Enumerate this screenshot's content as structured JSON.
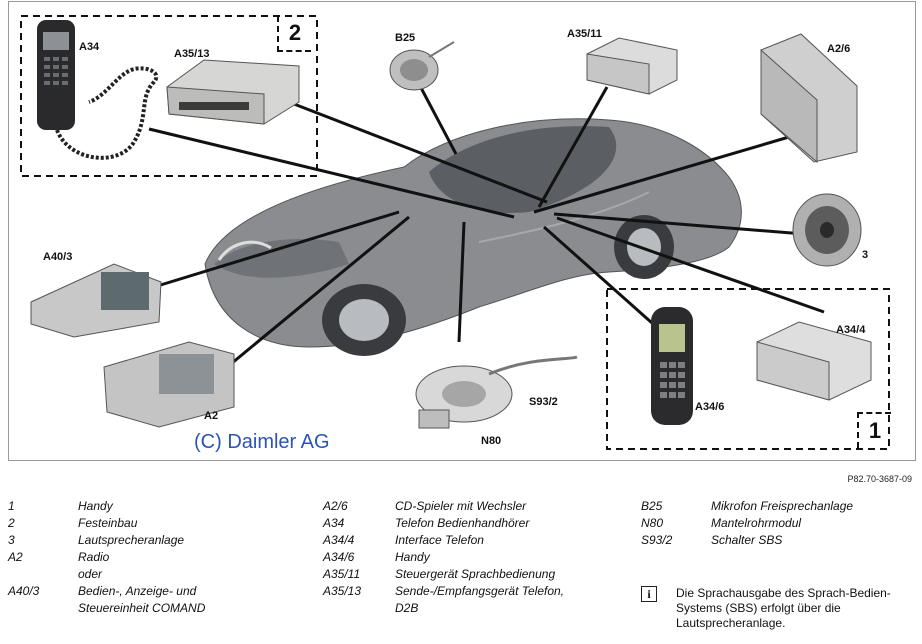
{
  "figure": {
    "copyright": "(C) Daimler AG",
    "ref_code": "P82.70-3687-09",
    "box_numbers": {
      "box2": "2",
      "box1": "1"
    },
    "labels": {
      "A34": "A34",
      "A35_13": "A35/13",
      "B25": "B25",
      "A35_11": "A35/11",
      "A2_6": "A2/6",
      "three": "3",
      "A40_3": "A40/3",
      "A34_4": "A34/4",
      "A34_6": "A34/6",
      "S93_2": "S93/2",
      "N80": "N80",
      "A2": "A2"
    }
  },
  "legend": {
    "col1": [
      {
        "key": "1",
        "value": "Handy"
      },
      {
        "key": "2",
        "value": "Festeinbau"
      },
      {
        "key": "3",
        "value": "Lautsprecheranlage"
      },
      {
        "key": "A2",
        "value": "Radio"
      },
      {
        "key": "",
        "value": "oder"
      },
      {
        "key": "A40/3",
        "value": "Bedien-, Anzeige- und"
      },
      {
        "key": "",
        "value": "Steuereinheit COMAND"
      }
    ],
    "col2": [
      {
        "key": "A2/6",
        "value": "CD-Spieler mit Wechsler"
      },
      {
        "key": "A34",
        "value": "Telefon Bedienhandhörer"
      },
      {
        "key": "A34/4",
        "value": "Interface Telefon"
      },
      {
        "key": "A34/6",
        "value": "Handy"
      },
      {
        "key": "A35/11",
        "value": "Steuergerät Sprachbedienung"
      },
      {
        "key": "A35/13",
        "value": "Sende-/Empfangsgerät Telefon,"
      },
      {
        "key": "",
        "value": "D2B"
      }
    ],
    "col3": [
      {
        "key": "B25",
        "value": "Mikrofon Freisprechanlage"
      },
      {
        "key": "N80",
        "value": "Mantelrohrmodul"
      },
      {
        "key": "S93/2",
        "value": "Schalter SBS"
      }
    ]
  },
  "note": {
    "icon": "info-icon",
    "text": "Die Sprachausgabe des Sprach-Bedien-Systems (SBS) erfolgt über die Lautsprecheranlage."
  }
}
